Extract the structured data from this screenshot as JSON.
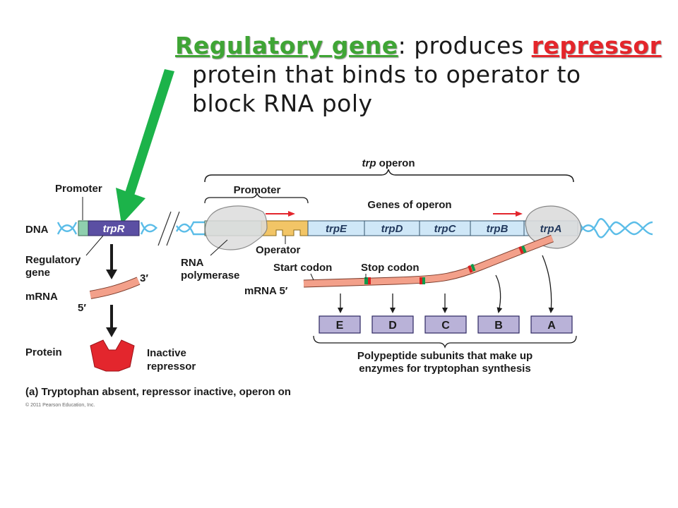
{
  "headline": {
    "term": "Regulatory gene",
    "sep": ": produces ",
    "term2": "repressor",
    "line2": "protein that binds to operator to",
    "line3": "block RNA poly"
  },
  "diagram": {
    "operon_title": "trp",
    "operon_title_suffix": " operon",
    "promoter_left": "Promoter",
    "promoter_right": "Promoter",
    "genes_of_operon": "Genes of operon",
    "dna": "DNA",
    "trpR": "trpR",
    "genes": [
      "trpE",
      "trpD",
      "trpC",
      "trpB",
      "trpA"
    ],
    "regulatory_gene": [
      "Regulatory",
      "gene"
    ],
    "mrna_left": "mRNA",
    "three_prime": "3′",
    "five_prime": "5′",
    "protein": "Protein",
    "inactive_repressor": [
      "Inactive",
      "repressor"
    ],
    "rna_polymerase": [
      "RNA",
      "polymerase"
    ],
    "operator": "Operator",
    "start_codon": "Start codon",
    "stop_codon": "Stop codon",
    "mrna_right": "mRNA 5′",
    "subunits": [
      "E",
      "D",
      "C",
      "B",
      "A"
    ],
    "polypeptide_caption": [
      "Polypeptide subunits that make up",
      "enzymes for tryptophan synthesis"
    ],
    "figure_caption": "(a) Tryptophan absent, repressor inactive, operon on",
    "copyright": "© 2011 Pearson Education, Inc."
  },
  "colors": {
    "green_arrow": "#1cb34a",
    "dna_helix": "#5bbde8",
    "trpR_box": "#5b4fa3",
    "genes_fill": "#cfe7f7",
    "operator_fill": "#f2c566",
    "mrna_fill": "#f3a08a",
    "repressor": "#e3262d",
    "subunit_fill": "#b9b2d8",
    "term_green": "#3fa535",
    "term_red": "#e4262b"
  }
}
